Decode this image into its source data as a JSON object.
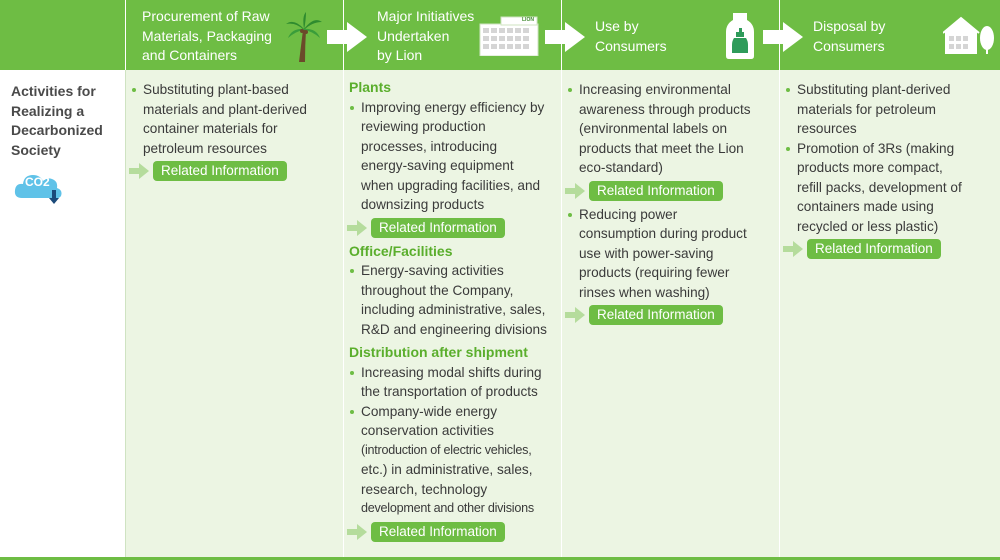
{
  "header": {
    "col1": [
      "Procurement of Raw",
      "Materials, Packaging",
      "and Containers"
    ],
    "col2": [
      "Major Initiatives",
      "Undertaken",
      "by Lion"
    ],
    "col3": [
      "Use by",
      "Consumers"
    ],
    "col4": [
      "Disposal by",
      "Consumers"
    ],
    "factory_logo": "LION"
  },
  "row": {
    "label_lines": [
      "Activities for",
      "Realizing a",
      "Decarbonized",
      "Society"
    ],
    "co2": "CO2"
  },
  "related_label": "Related Information",
  "col1": {
    "bullet1": [
      "Substituting plant-based",
      "materials and plant-derived",
      "container materials for",
      "petroleum resources"
    ]
  },
  "col2": {
    "plants": {
      "heading": "Plants",
      "bullet1": [
        "Improving energy efficiency by",
        "reviewing production",
        "processes, introducing",
        "energy-saving equipment",
        "when upgrading facilities, and",
        "downsizing products"
      ]
    },
    "office": {
      "heading": "Office/Facilities",
      "bullet1": [
        "Energy-saving activities",
        "throughout the Company,",
        "including administrative, sales,",
        "R&D and engineering divisions"
      ]
    },
    "distribution": {
      "heading": "Distribution after shipment",
      "bullet1": [
        "Increasing modal shifts during",
        "the transportation of products"
      ],
      "bullet2": [
        "Company-wide energy",
        "conservation activities",
        "(introduction of electric vehicles,",
        "etc.) in administrative, sales,",
        "research, technology",
        "development and other divisions"
      ]
    }
  },
  "col3": {
    "bullet1": [
      "Increasing environmental",
      "awareness through products",
      "(environmental labels on",
      "products that meet the Lion",
      "eco-standard)"
    ],
    "bullet2": [
      "Reducing power",
      "consumption during product",
      "use with power-saving",
      "products (requiring fewer",
      "rinses when washing)"
    ]
  },
  "col4": {
    "bullet1": [
      "Substituting plant-derived",
      "materials for petroleum",
      "resources"
    ],
    "bullet2": [
      "Promotion of 3Rs (making",
      "products more compact,",
      "refill packs, development of",
      "containers made using",
      "recycled or less plastic)"
    ]
  },
  "colors": {
    "brand_green": "#6ebd44",
    "light_green": "#ecf5e3",
    "heading_green": "#5aae2c"
  },
  "icons": [
    "palm-tree-icon",
    "factory-icon",
    "bottle-icon",
    "house-icon",
    "co2-cloud-icon",
    "arrow-right-icon"
  ]
}
